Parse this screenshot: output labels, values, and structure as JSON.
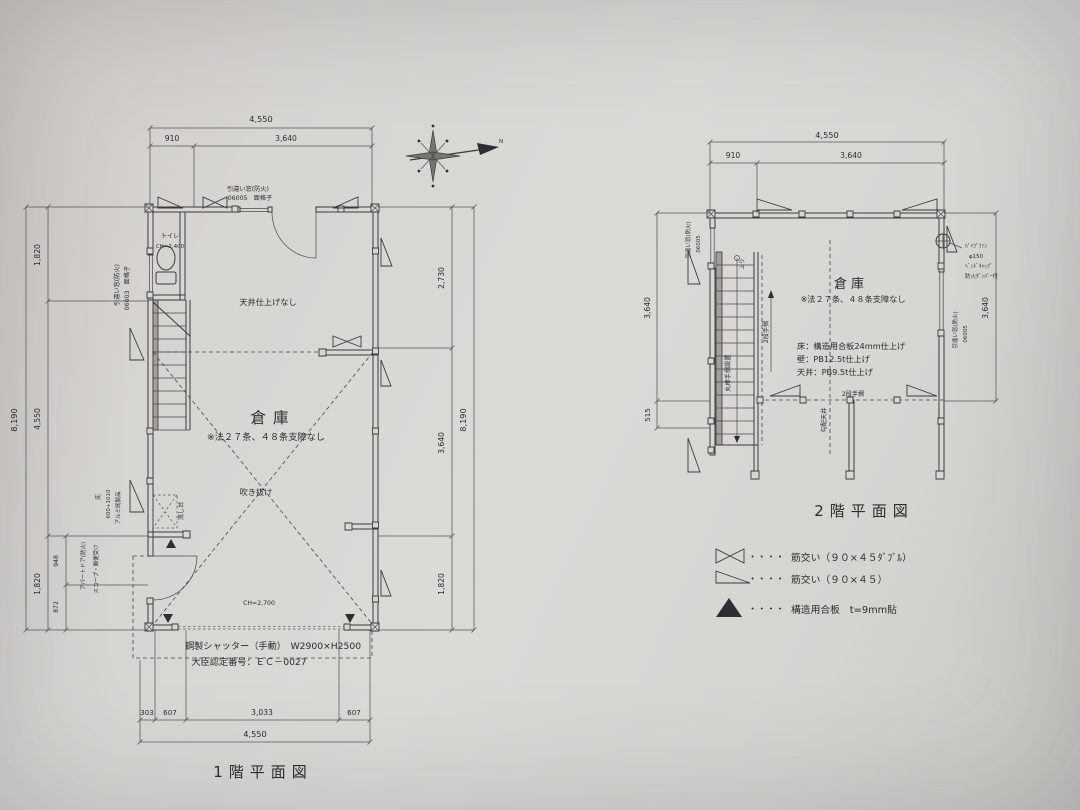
{
  "meta": {
    "paper_bg": "#d7d5d2",
    "line_color": "#3a3a3d",
    "text_color": "#2c2c2f"
  },
  "compass": {
    "north_label": "N"
  },
  "plan1": {
    "title": "1階平面図",
    "dim_top_total": "4,550",
    "dim_top_left": "910",
    "dim_top_right": "3,640",
    "dim_left_outer": "8,190",
    "dim_left_1": "1,820",
    "dim_left_2": "4,550",
    "dim_left_3": "1,820",
    "dim_left_sub1": "948",
    "dim_left_sub2": "872",
    "dim_right_outer": "8,190",
    "dim_right_1": "2,730",
    "dim_right_2": "3,640",
    "dim_right_3": "1,820",
    "dim_bot_1": "303",
    "dim_bot_2": "607",
    "dim_bot_3": "3,033",
    "dim_bot_4": "607",
    "dim_bot_total": "4,550",
    "win_top_1": "引違い窓(防火)",
    "win_top_2": "06005　面格子",
    "win_left_1": "引違い窓(防火)",
    "win_left_2": "06003　面格子",
    "toilet": "トイレ",
    "toilet_ch": "CH=2,400",
    "ceiling": "天井仕上げなし",
    "room": "倉庫",
    "room_note": "※法２７条、４８条支障なし",
    "void": "吹き抜け",
    "hisashi_1": "庇",
    "hisashi_2": "600+1010",
    "hisashi_3": "アルミ既製品",
    "sink": "流し台",
    "door_1": "アパートドア(防火)",
    "door_2": "スコープ・郵便受け",
    "ch": "CH=2,700",
    "shutter": "鋼製シャッター（手動）　W2900×H2500",
    "cert": "大臣認定番号：ＥＣ－0027"
  },
  "plan2": {
    "title": "2階平面図",
    "dim_top_total": "4,550",
    "dim_top_left": "910",
    "dim_top_right": "3,640",
    "dim_left_1": "3,640",
    "dim_left_2": "515",
    "dim_right_1": "3,640",
    "win_left_1": "引違い窓(防火)",
    "win_left_2": "06005",
    "win_right_1": "引違い窓(防火)",
    "win_right_2": "06005",
    "fan_1": "ﾊﾟｲﾌﾟﾌｧﾝ",
    "fan_2": "φ150",
    "fan_3": "ﾍﾞﾝﾄﾞｷｬｯﾌﾟ",
    "fan_4": "防火ﾀﾞﾝﾊﾟｰ付",
    "room": "倉庫",
    "room_note": "※法２７条、４８条支障なし",
    "finish_1": "床：構造用合板24mm仕上げ",
    "finish_2": "壁：PB12.5t仕上げ",
    "finish_3": "天井：PB9.5t仕上げ",
    "stair_label": "丸棒手摺設置",
    "up": "上り",
    "handrail_v": "2段手摺",
    "handrail_h": "2段手摺",
    "sloped_ceiling": "勾配天井"
  },
  "legend": {
    "row1_dots": "・・・・",
    "row1_label": "筋交い（９０×４５ﾀﾞﾌﾞﾙ）",
    "row2_dots": "・・・・",
    "row2_label": "筋交い（９０×４５）",
    "row3_dots": "・・・・",
    "row3_label": "構造用合板　t=9mm貼"
  }
}
